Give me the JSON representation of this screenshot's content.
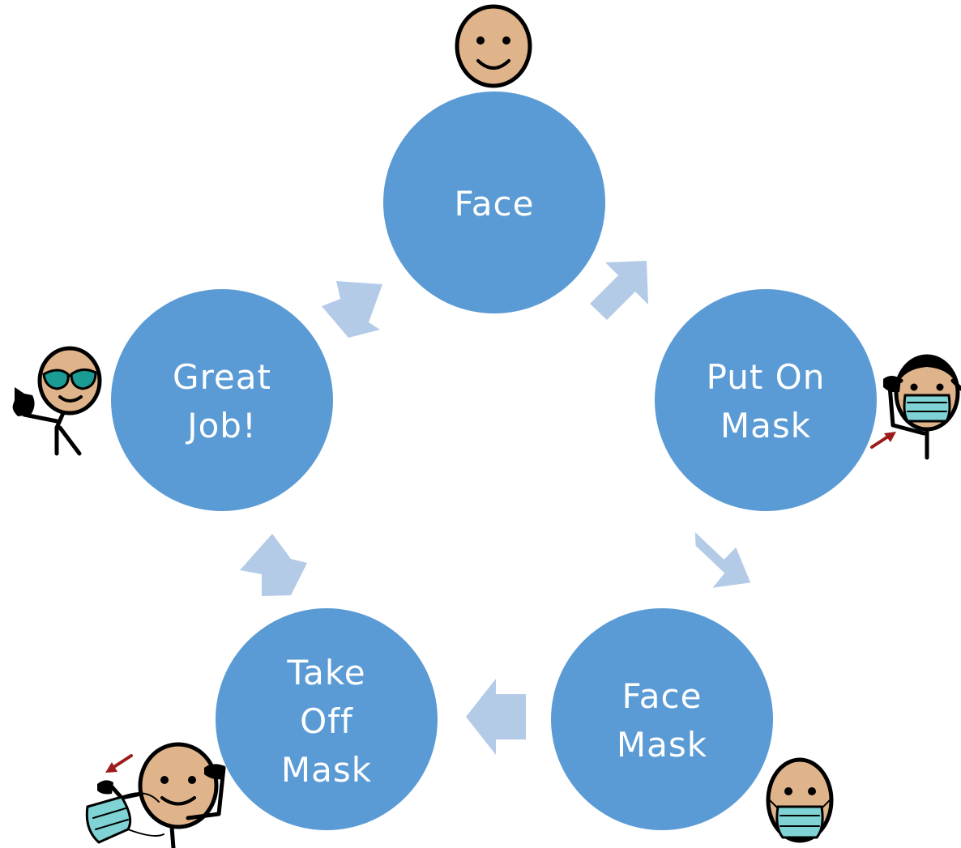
{
  "diagram": {
    "nodes": [
      {
        "id": "face",
        "lines": [
          "Face"
        ]
      },
      {
        "id": "put-on-mask",
        "lines": [
          "Put On",
          "Mask"
        ]
      },
      {
        "id": "face-mask",
        "lines": [
          "Face",
          "Mask"
        ]
      },
      {
        "id": "take-off-mask",
        "lines": [
          "Take",
          "Off",
          "Mask"
        ]
      },
      {
        "id": "great-job",
        "lines": [
          "Great",
          "Job!"
        ]
      }
    ],
    "colors": {
      "node": "#5b9bd5",
      "arrow": "#b4cbe8",
      "skin": "#e0b48b",
      "mask": "#7fd3d4",
      "glasses": "#1a9c94",
      "red_arrow": "#9c1c1c",
      "ink": "#000000"
    },
    "icons": [
      "smiling-face-icon",
      "person-putting-on-mask-icon",
      "face-with-mask-icon",
      "person-taking-off-mask-icon",
      "person-with-sunglasses-icon"
    ]
  }
}
